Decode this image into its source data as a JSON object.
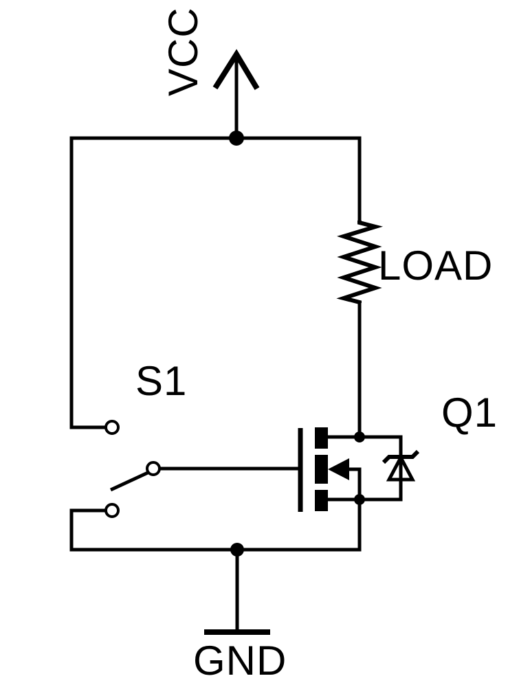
{
  "colors": {
    "ink": "#000000",
    "paper": "#ffffff"
  },
  "schematic": {
    "labels": {
      "power_net": "VCC",
      "load": "LOAD",
      "switch": "S1",
      "transistor": "Q1",
      "ground_net": "GND"
    },
    "components": [
      {
        "ref": "S1",
        "type": "spdt-toggle-switch"
      },
      {
        "ref": "Q1",
        "type": "n-channel-mosfet-with-body-diode"
      },
      {
        "ref": "LOAD",
        "type": "resistor"
      }
    ],
    "nets": [
      "VCC",
      "GND"
    ]
  }
}
